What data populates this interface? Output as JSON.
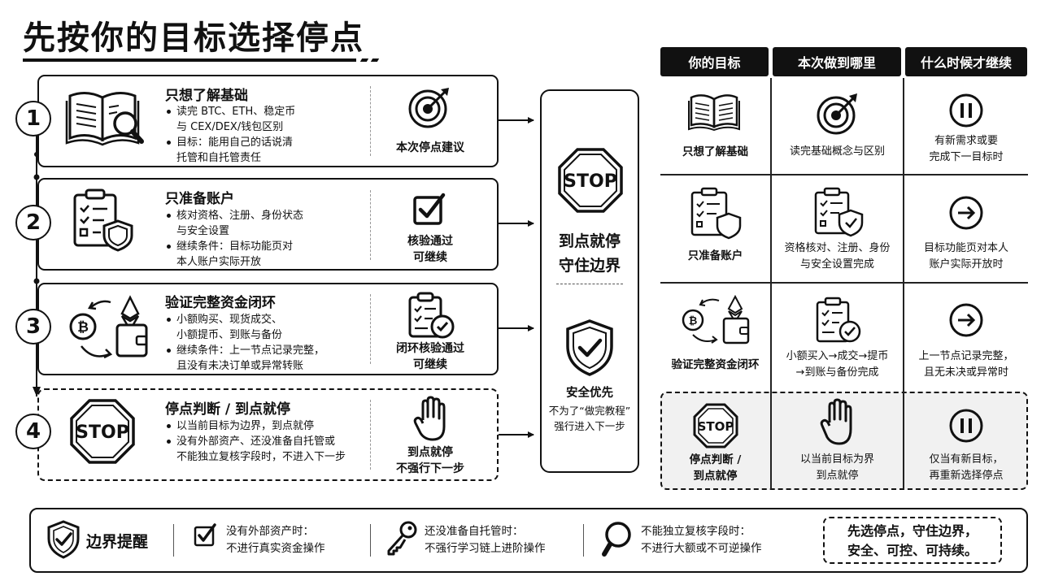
{
  "page_title": "先按你的目标选择停点",
  "steps": [
    {
      "number": "1",
      "title": "只想了解基础",
      "bullets": [
        [
          "读完 BTC、ETH、稳定币",
          "与 CEX/DEX/钱包区别"
        ],
        [
          "目标：能用自己的话说清",
          "托管和自托管责任"
        ]
      ],
      "action": [
        "本次停点建议"
      ]
    },
    {
      "number": "2",
      "title": "只准备账户",
      "bullets": [
        [
          "核对资格、注册、身份状态",
          "与安全设置"
        ],
        [
          "继续条件：目标功能页对",
          "本人账户实际开放"
        ]
      ],
      "action": [
        "核验通过",
        "可继续"
      ]
    },
    {
      "number": "3",
      "title": "验证完整资金闭环",
      "bullets": [
        [
          "小额购买、现货成交、",
          "小额提币、到账与备份"
        ],
        [
          "继续条件：上一节点记录完整，",
          "且没有未决订单或异常转账"
        ]
      ],
      "action": [
        "闭环核验通过",
        "可继续"
      ]
    },
    {
      "number": "4",
      "title": "停点判断 / 到点就停",
      "bullets": [
        [
          "以当前目标为边界，到点就停"
        ],
        [
          "没有外部资产、还没准备自托管或",
          "不能独立复核字段时，不进入下一步"
        ]
      ],
      "action": [
        "到点就停",
        "不强行下一步"
      ]
    }
  ],
  "center_panel": {
    "stop_sign": "STOP",
    "lines": [
      "到点就停",
      "守住边界"
    ],
    "safety_title": "安全优先",
    "safety_lines": [
      "不为了“做完教程”",
      "强行进入下一步"
    ]
  },
  "table": {
    "headers": [
      "你的目标",
      "本次做到哪里",
      "什么时候才继续"
    ],
    "rows": [
      {
        "goal": [
          "只想了解基础"
        ],
        "reach": [
          "读完基础概念与区别"
        ],
        "continue": [
          "有新需求或要",
          "完成下一目标时"
        ]
      },
      {
        "goal": [
          "只准备账户"
        ],
        "reach": [
          "资格核对、注册、身份",
          "与安全设置完成"
        ],
        "continue": [
          "目标功能页对本人",
          "账户实际开放时"
        ]
      },
      {
        "goal": [
          "验证完整资金闭环"
        ],
        "reach": [
          "小额买入→成交→提币",
          "→到账与备份完成"
        ],
        "continue": [
          "上一节点记录完整，",
          "且无未决或异常时"
        ]
      },
      {
        "goal": [
          "停点判断 /",
          "到点就停"
        ],
        "reach": [
          "以当前目标为界",
          "到点就停"
        ],
        "continue": [
          "仅当有新目标，",
          "再重新选择停点"
        ],
        "stop_sign": "STOP"
      }
    ]
  },
  "footer": {
    "title": "边界提醒",
    "items": [
      [
        "没有外部资产时：",
        "不进行真实资金操作"
      ],
      [
        "还没准备自托管时：",
        "不强行学习链上进阶操作"
      ],
      [
        "不能独立复核字段时：",
        "不进行大额或不可逆操作"
      ]
    ],
    "slogan": [
      "先选停点，守住边界，",
      "安全、可控、可持续。"
    ]
  }
}
